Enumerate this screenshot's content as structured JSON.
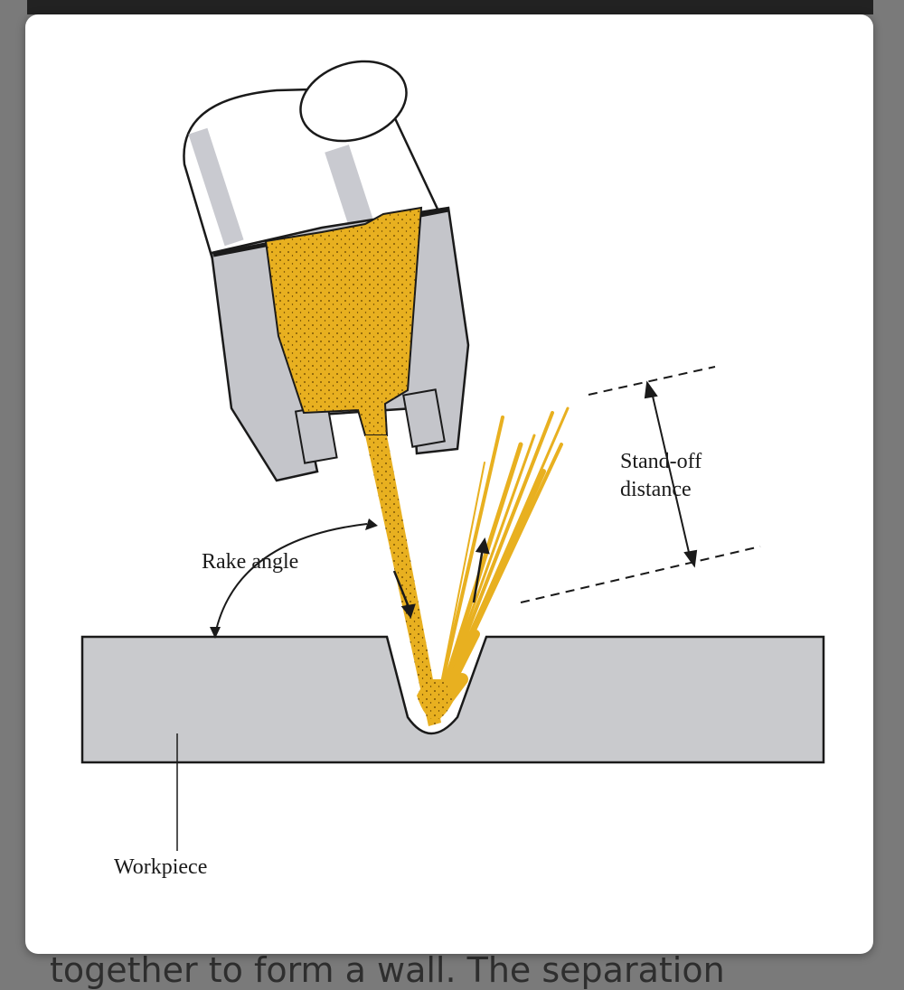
{
  "background_text": "together to form a wall. The separation",
  "labels": {
    "standoff": "Stand-off\ndistance",
    "rake": "Rake angle",
    "workpiece": "Workpiece"
  },
  "colors": {
    "abrasive": "#e8b020",
    "nozzle_gray": "#c4c5ca",
    "workpiece_gray": "#c9cacd"
  }
}
